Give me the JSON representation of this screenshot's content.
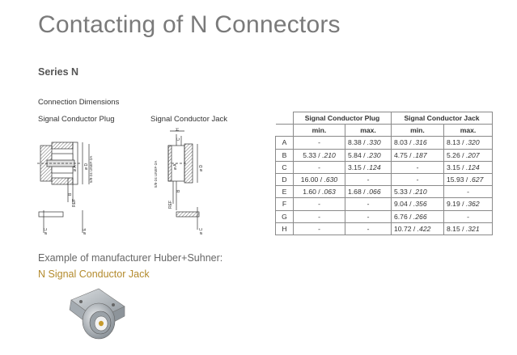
{
  "title": "Contacting of N Connectors",
  "series": "Series N",
  "connection_dimensions": "Connection Dimensions",
  "plug_label": "Signal Conductor Plug",
  "jack_label": "Signal Conductor Jack",
  "drawing_labels": {
    "phi_a": "ø A",
    "phi_d": "ø D",
    "phi_c": "ø C",
    "phi_e": "ø E",
    "thread": "5/8-24 UNEF-2A",
    "thread_inner": "5/8-24 UNEF-2A",
    "ref": "REF",
    "b": "B",
    "c": "C",
    "h": "H",
    "f": "F",
    "g": "G"
  },
  "table": {
    "group_headers": [
      "Signal Conductor Plug",
      "Signal Conductor Jack"
    ],
    "sub_headers": [
      "min.",
      "max.",
      "min.",
      "max."
    ],
    "rows": [
      {
        "label": "A",
        "cells": [
          {
            "mm": "-",
            "inch": ""
          },
          {
            "mm": "8.38 / ",
            "inch": ".330"
          },
          {
            "mm": "8.03 / ",
            "inch": ".316"
          },
          {
            "mm": "8.13 / ",
            "inch": ".320"
          }
        ]
      },
      {
        "label": "B",
        "cells": [
          {
            "mm": "5.33 / ",
            "inch": ".210"
          },
          {
            "mm": "5.84 / ",
            "inch": ".230"
          },
          {
            "mm": "4.75 / ",
            "inch": ".187"
          },
          {
            "mm": "5.26 / ",
            "inch": ".207"
          }
        ]
      },
      {
        "label": "C",
        "cells": [
          {
            "mm": "-",
            "inch": ""
          },
          {
            "mm": "3.15 / ",
            "inch": ".124"
          },
          {
            "mm": "-",
            "inch": ""
          },
          {
            "mm": "3.15 / ",
            "inch": ".124"
          }
        ]
      },
      {
        "label": "D",
        "cells": [
          {
            "mm": "16.00 / ",
            "inch": ".630"
          },
          {
            "mm": "-",
            "inch": ""
          },
          {
            "mm": "-",
            "inch": ""
          },
          {
            "mm": "15.93 / ",
            "inch": ".627"
          }
        ]
      },
      {
        "label": "E",
        "cells": [
          {
            "mm": "1.60 / ",
            "inch": ".063"
          },
          {
            "mm": "1.68 / ",
            "inch": ".066"
          },
          {
            "mm": "5.33 / ",
            "inch": ".210"
          },
          {
            "mm": "-",
            "inch": ""
          }
        ]
      },
      {
        "label": "F",
        "cells": [
          {
            "mm": "-",
            "inch": ""
          },
          {
            "mm": "-",
            "inch": ""
          },
          {
            "mm": "9.04 / ",
            "inch": ".356"
          },
          {
            "mm": "9.19 / ",
            "inch": ".362"
          }
        ]
      },
      {
        "label": "G",
        "cells": [
          {
            "mm": "-",
            "inch": ""
          },
          {
            "mm": "-",
            "inch": ""
          },
          {
            "mm": "6.76 / ",
            "inch": ".266"
          },
          {
            "mm": "-",
            "inch": ""
          }
        ]
      },
      {
        "label": "H",
        "cells": [
          {
            "mm": "-",
            "inch": ""
          },
          {
            "mm": "-",
            "inch": ""
          },
          {
            "mm": "10.72 / ",
            "inch": ".422"
          },
          {
            "mm": "8.15 / ",
            "inch": ".321"
          }
        ]
      }
    ]
  },
  "example": "Example of manufacturer Huber+Suhner:",
  "example_product": "N Signal Conductor Jack",
  "colors": {
    "accent": "#b38a2c",
    "title": "#7a7a7a"
  }
}
